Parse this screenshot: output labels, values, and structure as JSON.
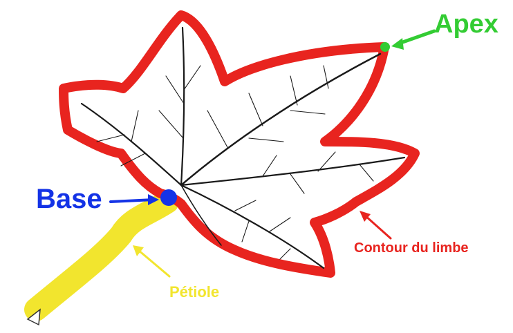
{
  "labels": {
    "apex": "Apex",
    "base": "Base",
    "contour": "Contour du limbe",
    "petiole": "Pétiole"
  },
  "colors": {
    "apex": "#33cc33",
    "base": "#1433e6",
    "contour": "#e8241f",
    "petiole": "#f2e52e",
    "veins": "#1a1a1a"
  }
}
